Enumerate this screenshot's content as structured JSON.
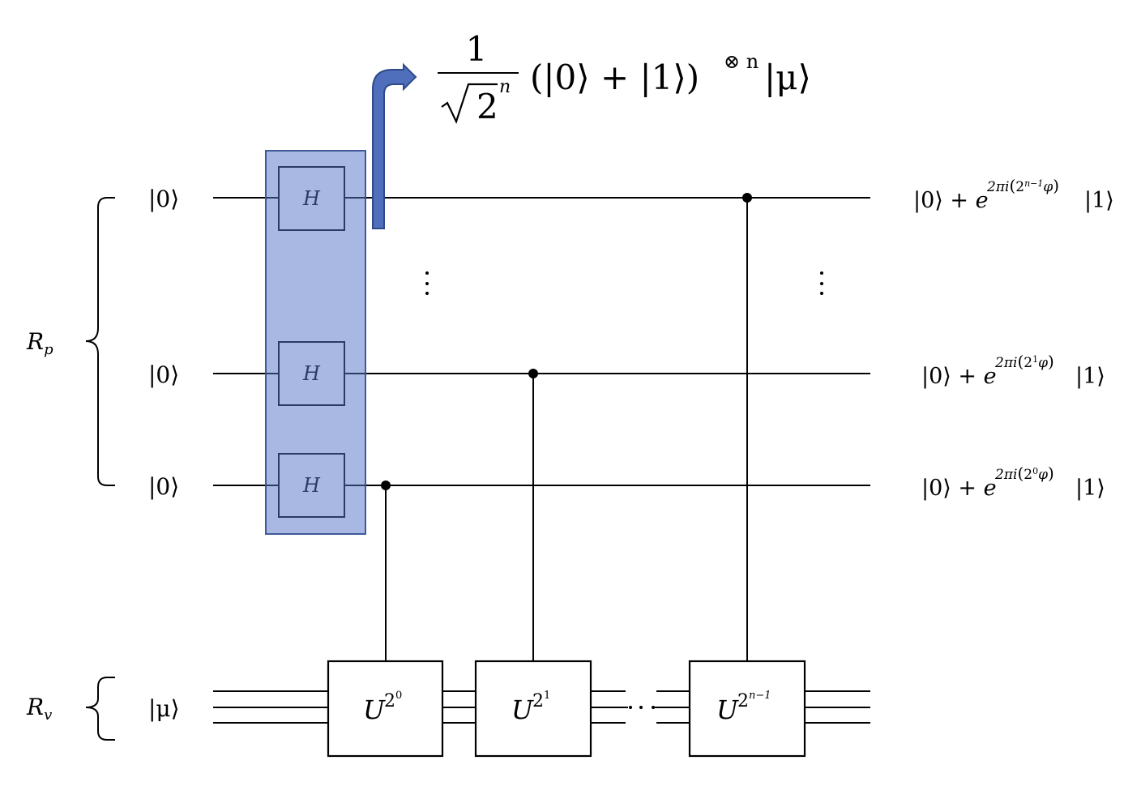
{
  "diagram": {
    "type": "quantum-circuit",
    "title": "Quantum phase estimation circuit",
    "registers": {
      "precision": {
        "label_main": "R",
        "label_sub": "p"
      },
      "value": {
        "label_main": "R",
        "label_sub": "v"
      }
    },
    "inputs": {
      "qubit_top": "|0⟩",
      "qubit_mid": "|0⟩",
      "qubit_bottom": "|0⟩",
      "eigenstate": "|μ⟩"
    },
    "hadamard": {
      "label": "H"
    },
    "unitaries": [
      {
        "base": "U",
        "exp_base": "2",
        "exp_power": "0"
      },
      {
        "base": "U",
        "exp_base": "2",
        "exp_power": "1"
      },
      {
        "base": "U",
        "exp_base": "2",
        "exp_power": "n−1"
      }
    ],
    "annotation": {
      "numerator": "1",
      "denom_sqrt": "2",
      "denom_power": "n",
      "body": "(|0⟩ + |1⟩)",
      "tensor_power": "⊗ n",
      "tail": "|μ⟩"
    },
    "outputs": [
      {
        "prefix": "|0⟩ + ",
        "e": "e",
        "exp": "2πi",
        "inner_base": "2",
        "inner_power": "n−1",
        "inner_tail": "φ",
        "suffix": "|1⟩"
      },
      {
        "prefix": "|0⟩ + ",
        "e": "e",
        "exp": "2πi",
        "inner_base": "2",
        "inner_power": "1",
        "inner_tail": "φ",
        "suffix": "|1⟩"
      },
      {
        "prefix": "|0⟩ + ",
        "e": "e",
        "exp": "2πi",
        "inner_base": "2",
        "inner_power": "0",
        "inner_tail": "φ",
        "suffix": "|1⟩"
      }
    ],
    "ellipsis_vertical": "⋮",
    "ellipsis_horizontal": "· · ·",
    "colors": {
      "hadamard_group_fill": "#a9b8e2",
      "hadamard_stroke": "#2a3c63",
      "arrow_fill": "#4f6fbd"
    }
  }
}
